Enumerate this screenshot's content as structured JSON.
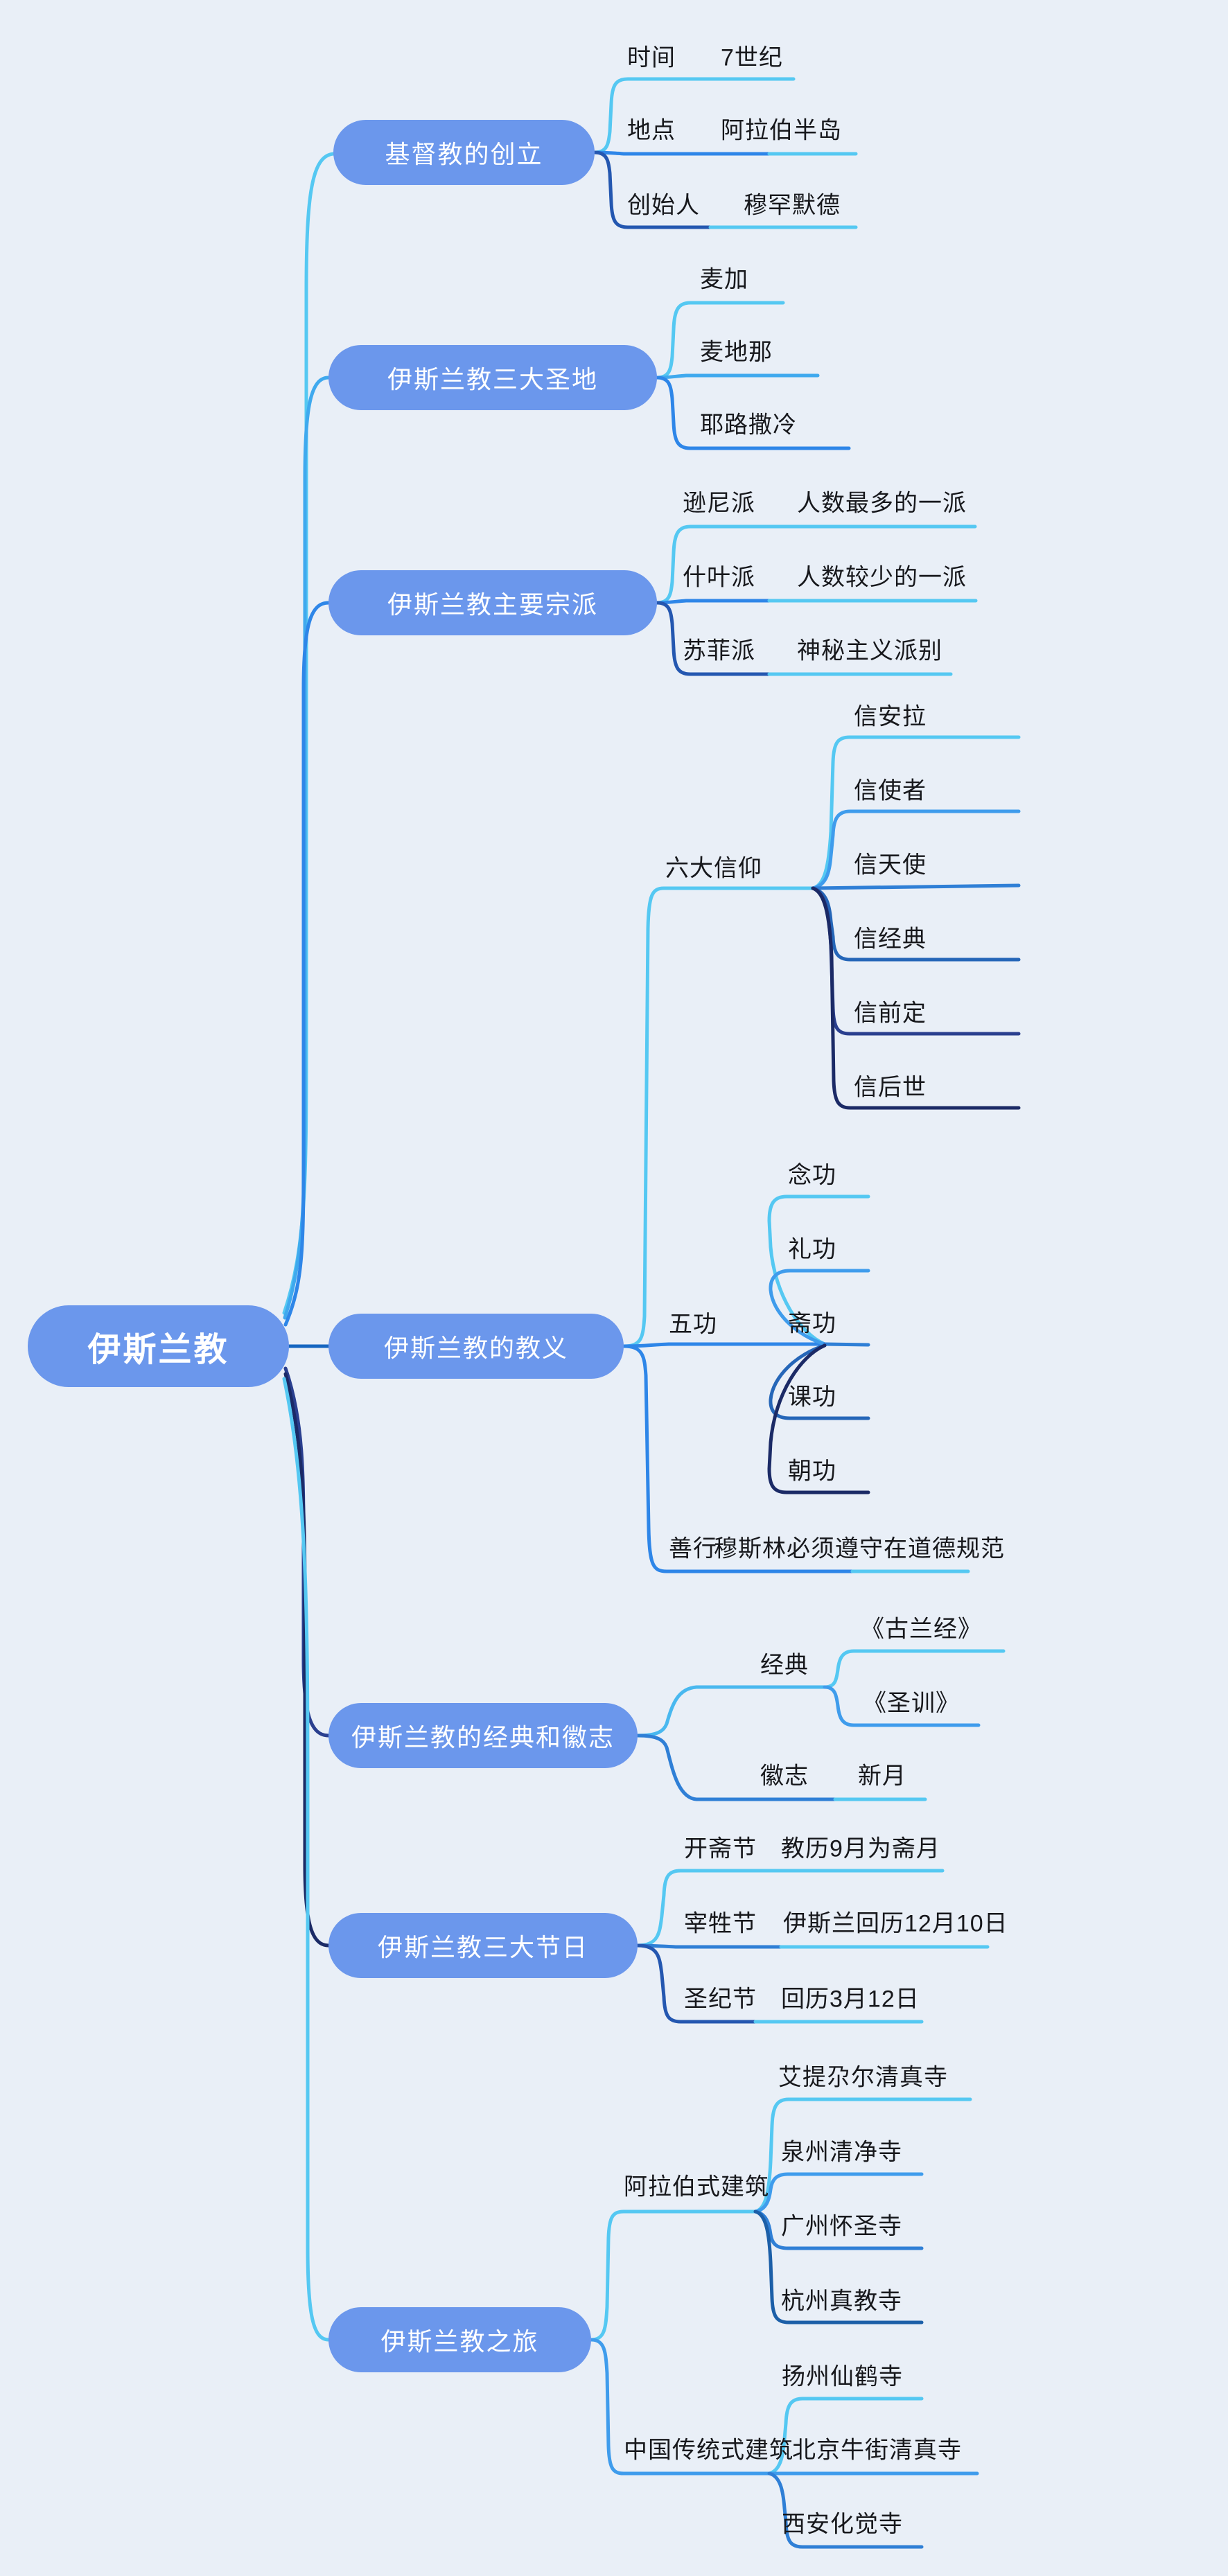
{
  "root": {
    "label": "伊斯兰教"
  },
  "branches": [
    {
      "label": "基督教的创立",
      "children": [
        {
          "label": "时间",
          "value": "7世纪"
        },
        {
          "label": "地点",
          "value": "阿拉伯半岛"
        },
        {
          "label": "创始人",
          "value": "穆罕默德"
        }
      ]
    },
    {
      "label": "伊斯兰教三大圣地",
      "children": [
        {
          "label": "麦加"
        },
        {
          "label": "麦地那"
        },
        {
          "label": "耶路撒冷"
        }
      ]
    },
    {
      "label": "伊斯兰教主要宗派",
      "children": [
        {
          "label": "逊尼派",
          "value": "人数最多的一派"
        },
        {
          "label": "什叶派",
          "value": "人数较少的一派"
        },
        {
          "label": "苏菲派",
          "value": "神秘主义派别"
        }
      ]
    },
    {
      "label": "伊斯兰教的教义",
      "children": [
        {
          "label": "六大信仰",
          "children": [
            "信安拉",
            "信使者",
            "信天使",
            "信经典",
            "信前定",
            "信后世"
          ]
        },
        {
          "label": "五功",
          "children": [
            "念功",
            "礼功",
            "斋功",
            "课功",
            "朝功"
          ]
        },
        {
          "label": "善行",
          "value": "穆斯林必须遵守在道德规范"
        }
      ]
    },
    {
      "label": "伊斯兰教的经典和徽志",
      "children": [
        {
          "label": "经典",
          "children": [
            "《古兰经》",
            "《圣训》"
          ]
        },
        {
          "label": "徽志",
          "value": "新月"
        }
      ]
    },
    {
      "label": "伊斯兰教三大节日",
      "children": [
        {
          "label": "开斋节",
          "value": "教历9月为斋月"
        },
        {
          "label": "宰牲节",
          "value": "伊斯兰回历12月10日"
        },
        {
          "label": "圣纪节",
          "value": "回历3月12日"
        }
      ]
    },
    {
      "label": "伊斯兰教之旅",
      "children": [
        {
          "label": "阿拉伯式建筑",
          "children": [
            "艾提尕尔清真寺",
            "泉州清净寺",
            "广州怀圣寺",
            "杭州真教寺"
          ]
        },
        {
          "label": "中国传统式建筑",
          "children": [
            "扬州仙鹤寺",
            "北京牛街清真寺",
            "西安化觉寺"
          ]
        }
      ]
    }
  ],
  "colors": {
    "background": "#E9EFF7",
    "node_fill": "#6B97EC",
    "node_text": "#FFFFFF",
    "label_text": "#17181C",
    "line_cyan": "#55C8F2",
    "line_sky": "#3FA9EE",
    "line_blue": "#2E86E8",
    "line_mid": "#2F7FD6",
    "line_deep": "#2566B8",
    "line_indigo": "#2A3F8F",
    "line_navy": "#1B2A66"
  }
}
